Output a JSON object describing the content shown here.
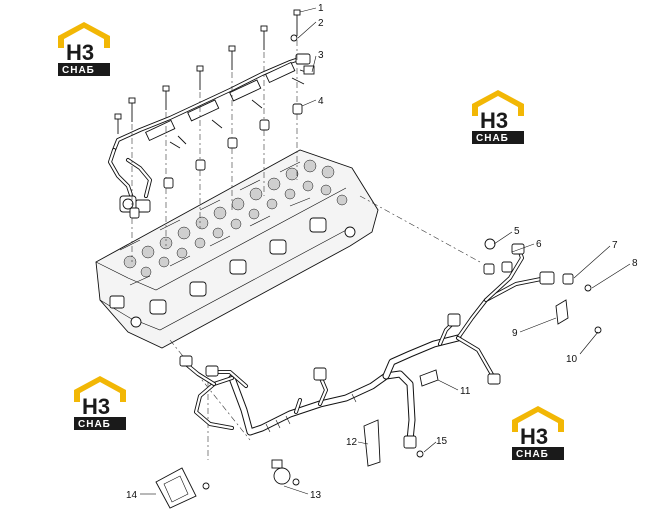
{
  "logo": {
    "mark": "H3",
    "text": "СНАБ",
    "accent_color": "#f2b705",
    "dark_color": "#1a1a1a"
  },
  "callouts": [
    "1",
    "2",
    "3",
    "4",
    "5",
    "6",
    "7",
    "8",
    "9",
    "10",
    "11",
    "12",
    "13",
    "14",
    "15"
  ]
}
